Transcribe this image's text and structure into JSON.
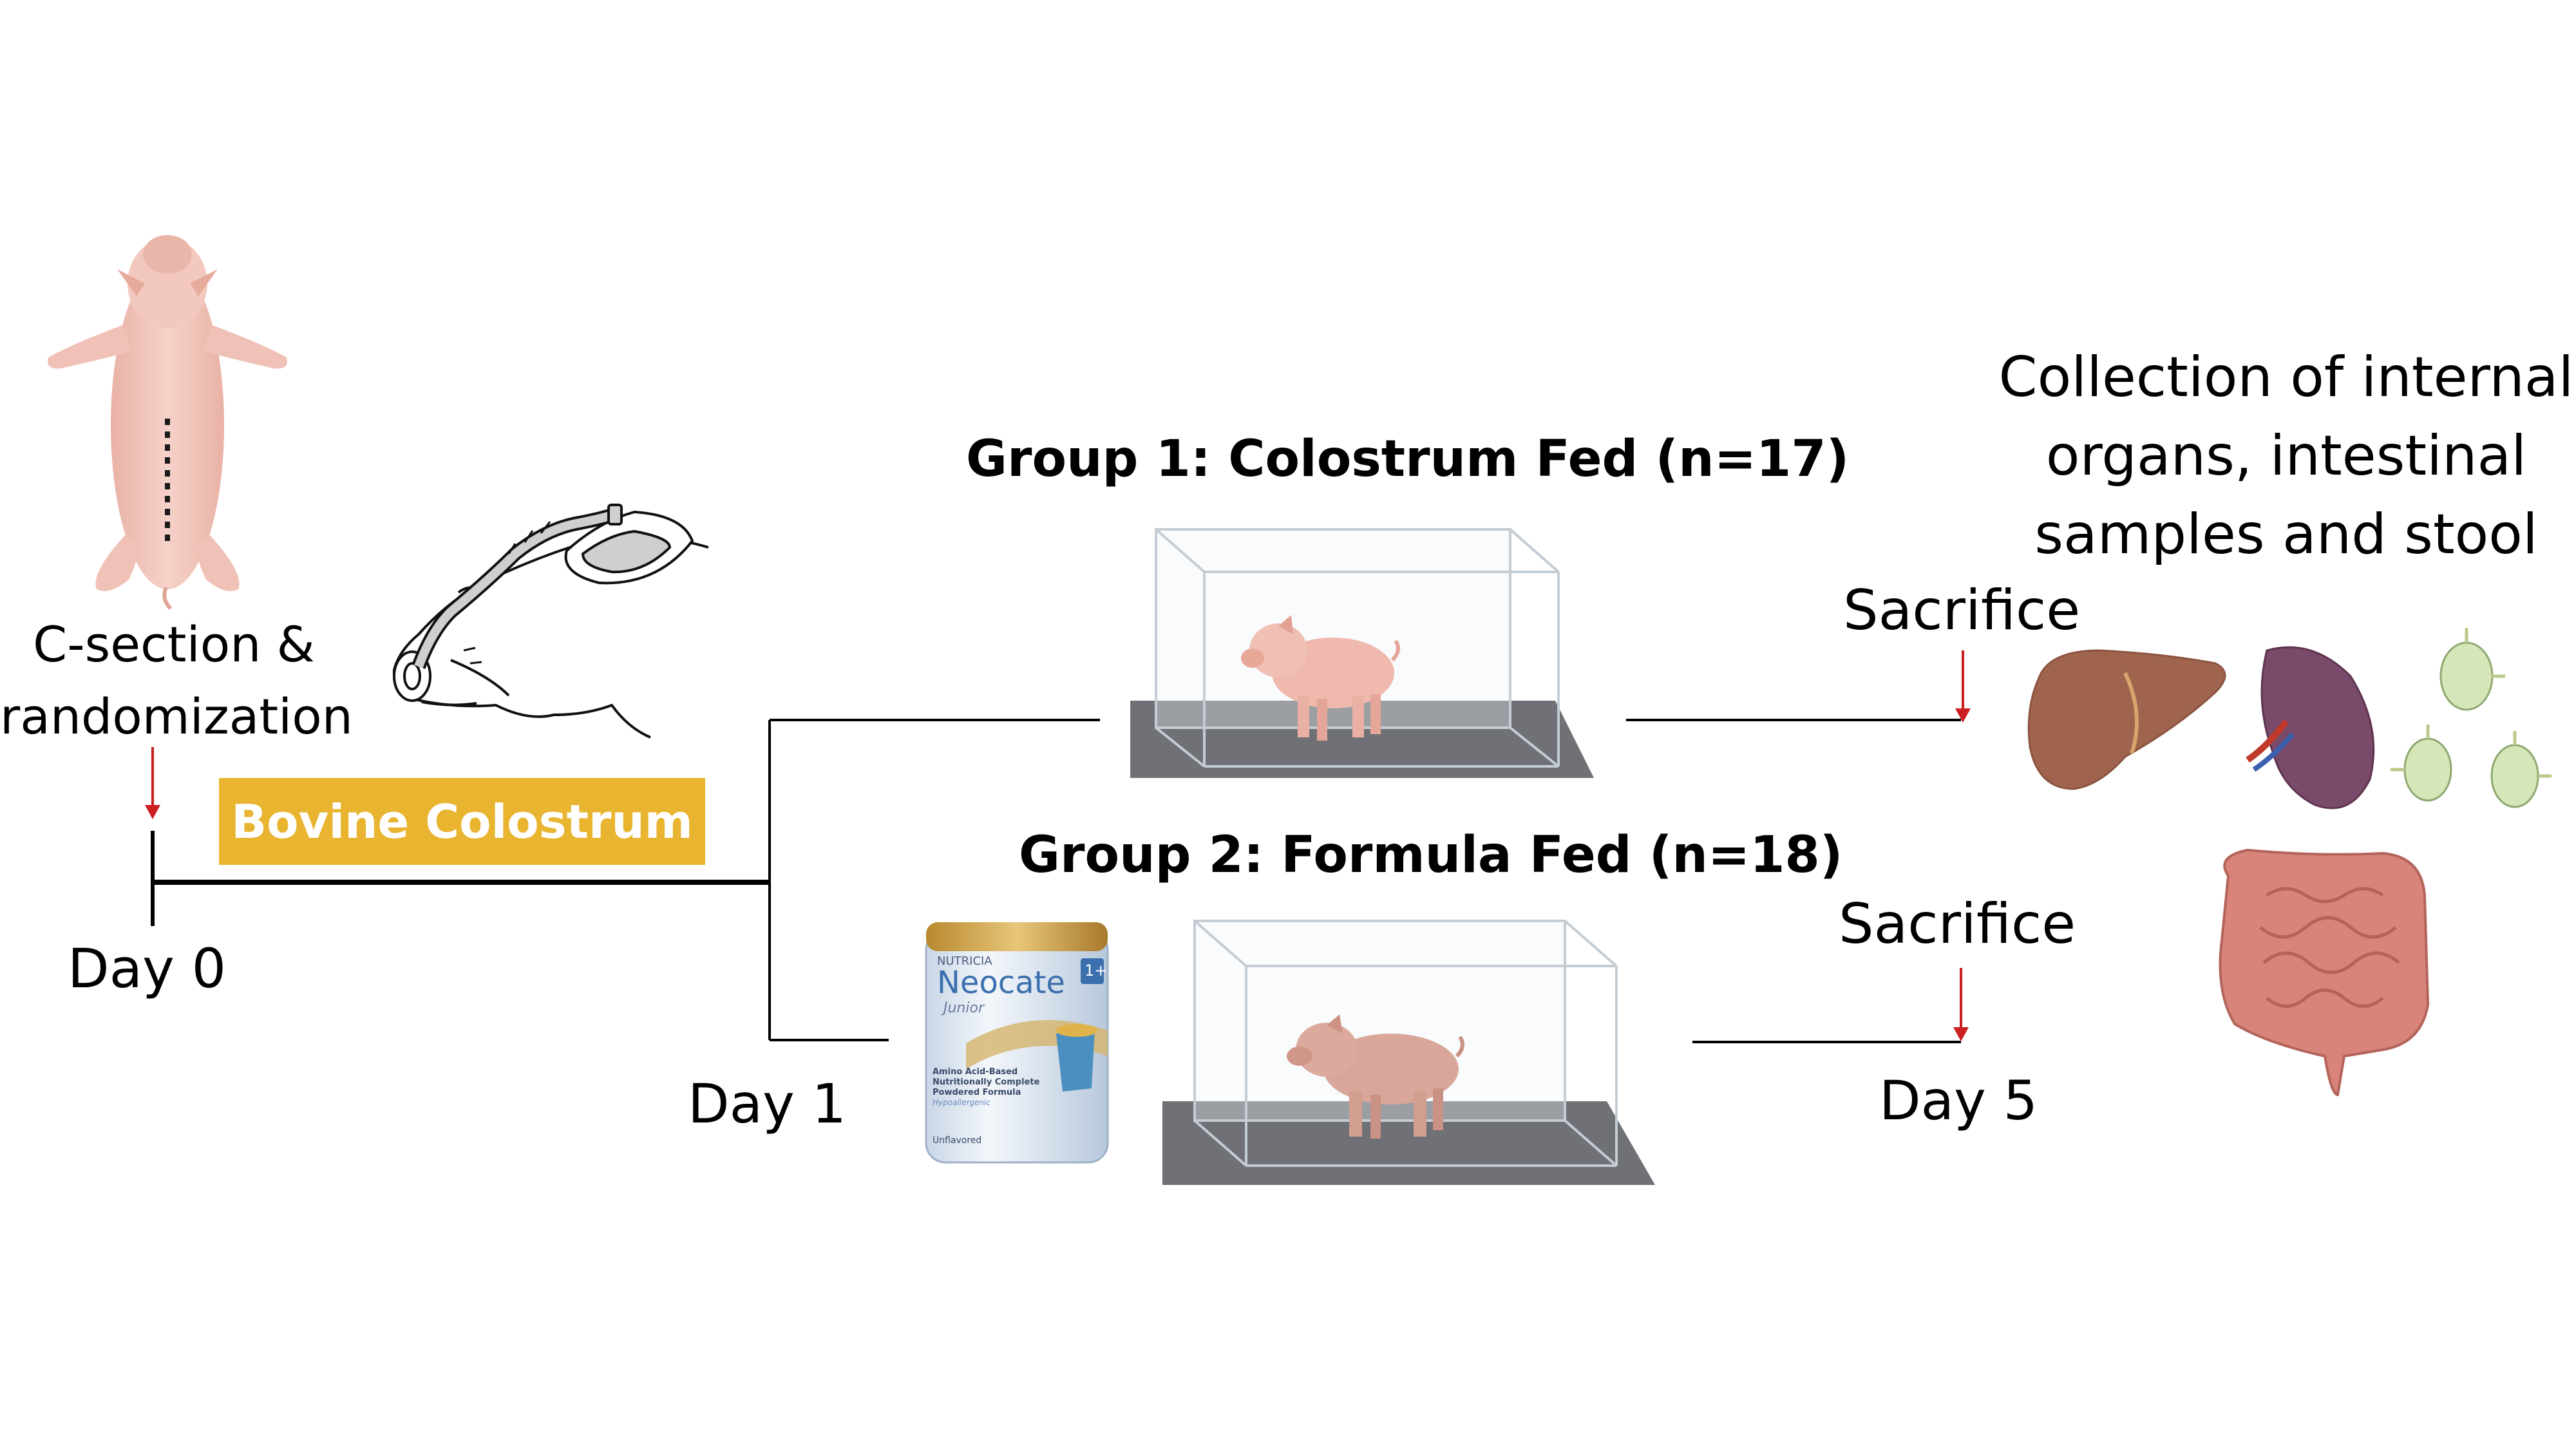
{
  "steps": {
    "c_section": [
      "C-section &",
      "randomization"
    ],
    "colostrum": "Bovine Colostrum",
    "group1": "Group 1: Colostrum Fed (n=17)",
    "group2": "Group 2: Formula Fed (n=18)",
    "sacrifice": "Sacrifice",
    "collection": [
      "Collection of internal",
      "organs, intestinal",
      "samples and stool"
    ]
  },
  "days": {
    "day0": "Day 0",
    "day1": "Day 1",
    "day5": "Day 5"
  },
  "formula_can": {
    "brand": "NUTRICIA",
    "product": "Neocate",
    "sub": "Junior",
    "age": "1+",
    "desc": [
      "Amino Acid-Based",
      "Nutritionally Complete",
      "Powdered Formula"
    ],
    "hypo": "Hypoallergenic",
    "flavor": "Unflavored"
  },
  "colors": {
    "accent": "#e9b531",
    "arrow": "#cc1f1f",
    "pig": "#f2c7bd",
    "cage_floor": "#6f7176"
  },
  "icons": [
    "pig-top-view-icon",
    "pig-tube-feeding-icon",
    "pig-in-cage-icon",
    "formula-can-icon",
    "liver-icon",
    "spleen-icon",
    "lymph-node-icon",
    "intestine-icon"
  ]
}
